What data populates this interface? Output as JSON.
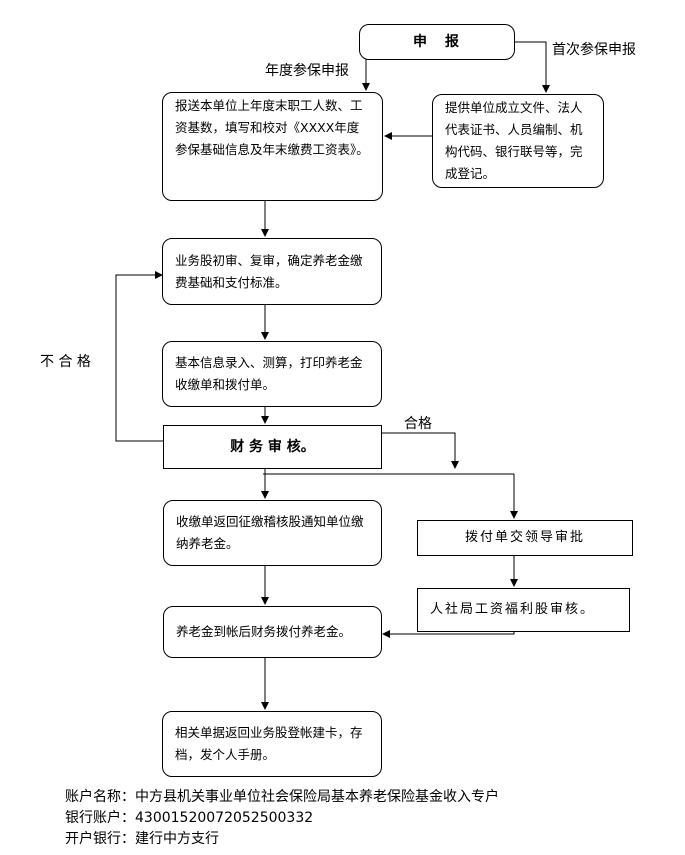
{
  "nodes": {
    "apply": "申　报",
    "annual_submit": "报送本单位上年度末职工人数、工资基数，填写和校对《XXXX年度参保基础信息及年末缴费工资表》。",
    "first_submit": "提供单位成立文件、法人代表证书、人员编制、机构代码、银行联号等，完成登记。",
    "review": "业务股初审、复审，确定养老金缴费基础和支付标准。",
    "entry": "基本信息录入、测算，打印养老金收缴单和拨付单。",
    "finance_audit": "财 务 审 核。",
    "collect_notice": "收缴单返回征缴稽核股通知单位缴纳养老金。",
    "leader_approve": "拨付单交领导审批",
    "welfare_audit": "人社局工资福利股审核。",
    "pay_out": "养老金到帐后财务拨付养老金。",
    "archive": "相关单据返回业务股登帐建卡，存档，发个人手册。"
  },
  "labels": {
    "annual": "年度参保申报",
    "first": "首次参保申报",
    "fail": "不 合 格",
    "pass": "合格"
  },
  "footer": {
    "account_name": "账户名称：中方县机关事业单位社会保险局基本养老保险基金收入专户",
    "account_no": "银行账户：43001520072052500332",
    "bank": "开户银行：建行中方支行"
  }
}
